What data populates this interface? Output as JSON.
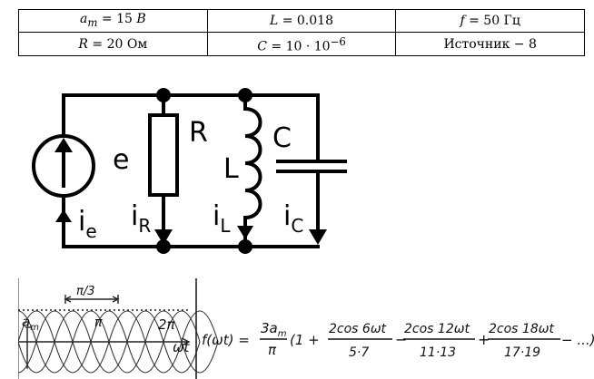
{
  "params": {
    "rows": [
      [
        {
          "lhs": "a",
          "sub": "m",
          "rest": " = 15 ",
          "unit": "B"
        },
        {
          "lhs": "L",
          "rest": " = 0.018"
        },
        {
          "lhs": "f",
          "rest": " = 50 Гц"
        }
      ],
      [
        {
          "lhs": "R",
          "rest": " = 20 Ом"
        },
        {
          "lhs": "C",
          "rest": " = 10 · 10",
          "sup": "−6"
        },
        {
          "text": "Источник − 8"
        }
      ]
    ]
  },
  "circuit": {
    "source_label": "e",
    "resistor_label": "R",
    "inductor_label": "L",
    "capacitor_label": "C",
    "current_e": "i",
    "current_e_sub": "e",
    "current_r": "i",
    "current_r_sub": "R",
    "current_l": "i",
    "current_l_sub": "L",
    "current_c": "i",
    "current_c_sub": "C"
  },
  "waveform": {
    "period_label": "π/3",
    "amplitude_label": "a",
    "amplitude_sub": "m",
    "pi_label": "π",
    "two_pi_label": "2π",
    "axis_label": "ωt"
  },
  "formula": {
    "lhs": "f(ωt) =",
    "coef_num": "3a",
    "coef_num_sub": "m",
    "coef_den": "π",
    "open": "(1 +",
    "t1_num": "2cos 6ωt",
    "t1_den": "5·7",
    "op1": "−",
    "t2_num": "2cos 12ωt",
    "t2_den": "11·13",
    "op2": "+",
    "t3_num": "2cos 18ωt",
    "t3_den": "17·19",
    "tail": "− ...)"
  }
}
